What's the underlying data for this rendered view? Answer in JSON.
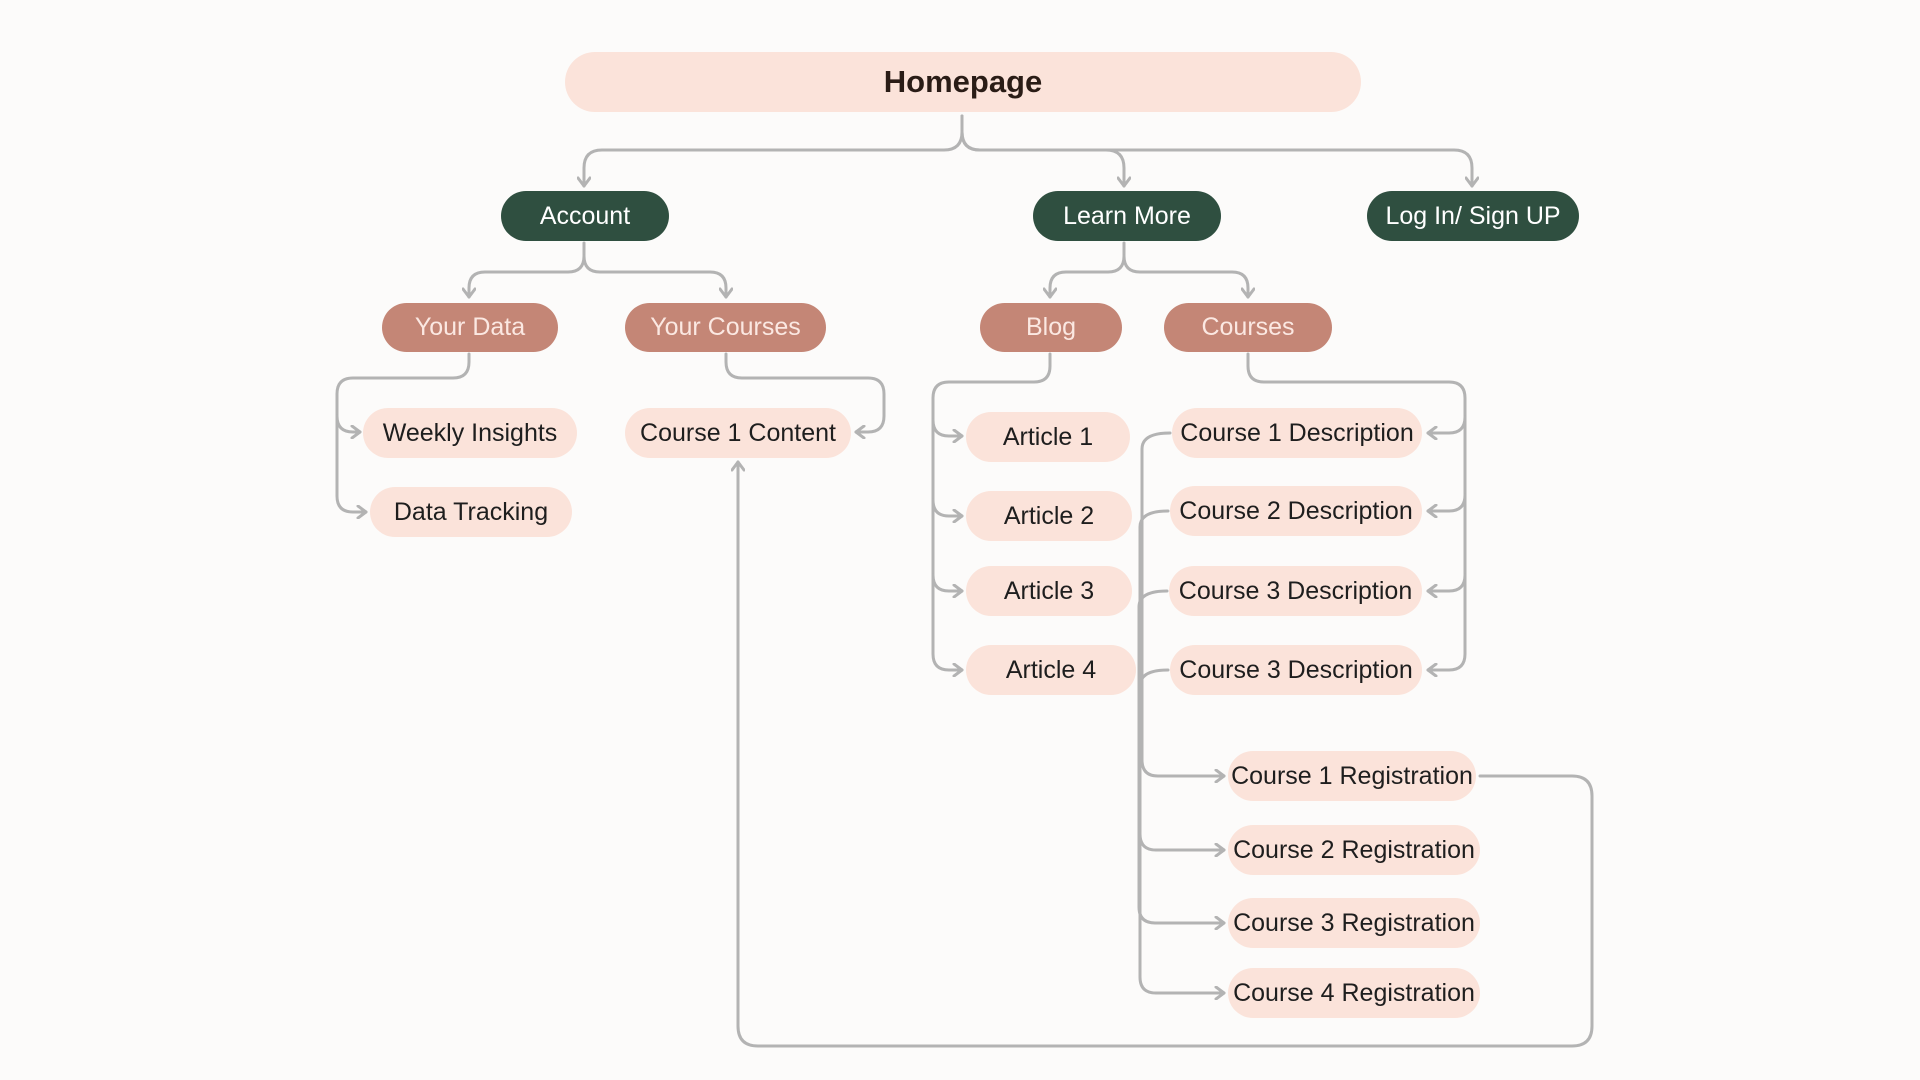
{
  "sitemap": {
    "root": {
      "label": "Homepage"
    },
    "primary": {
      "account": "Account",
      "learn_more": "Learn More",
      "login_signup": "Log In/ Sign UP"
    },
    "account": {
      "your_data": "Your Data",
      "your_courses": "Your Courses",
      "your_data_children": [
        "Weekly Insights",
        "Data Tracking"
      ],
      "your_courses_children": [
        "Course 1 Content"
      ]
    },
    "learn_more": {
      "blog": "Blog",
      "courses": "Courses",
      "articles": [
        "Article 1",
        "Article 2",
        "Article 3",
        "Article  4"
      ],
      "descriptions": [
        "Course 1 Description",
        "Course 2 Description",
        "Course 3 Description",
        "Course 3 Description"
      ],
      "registrations": [
        "Course 1 Registration",
        "Course 2 Registration",
        "Course 3 Registration",
        "Course 4 Registration"
      ]
    }
  },
  "colors": {
    "root_fill": "#fbe3da",
    "primary_fill": "#2f4f40",
    "secondary_fill": "#c48676",
    "leaf_fill": "#fbe3da",
    "connector": "#b3b3b3",
    "background": "#fcfbfa"
  }
}
